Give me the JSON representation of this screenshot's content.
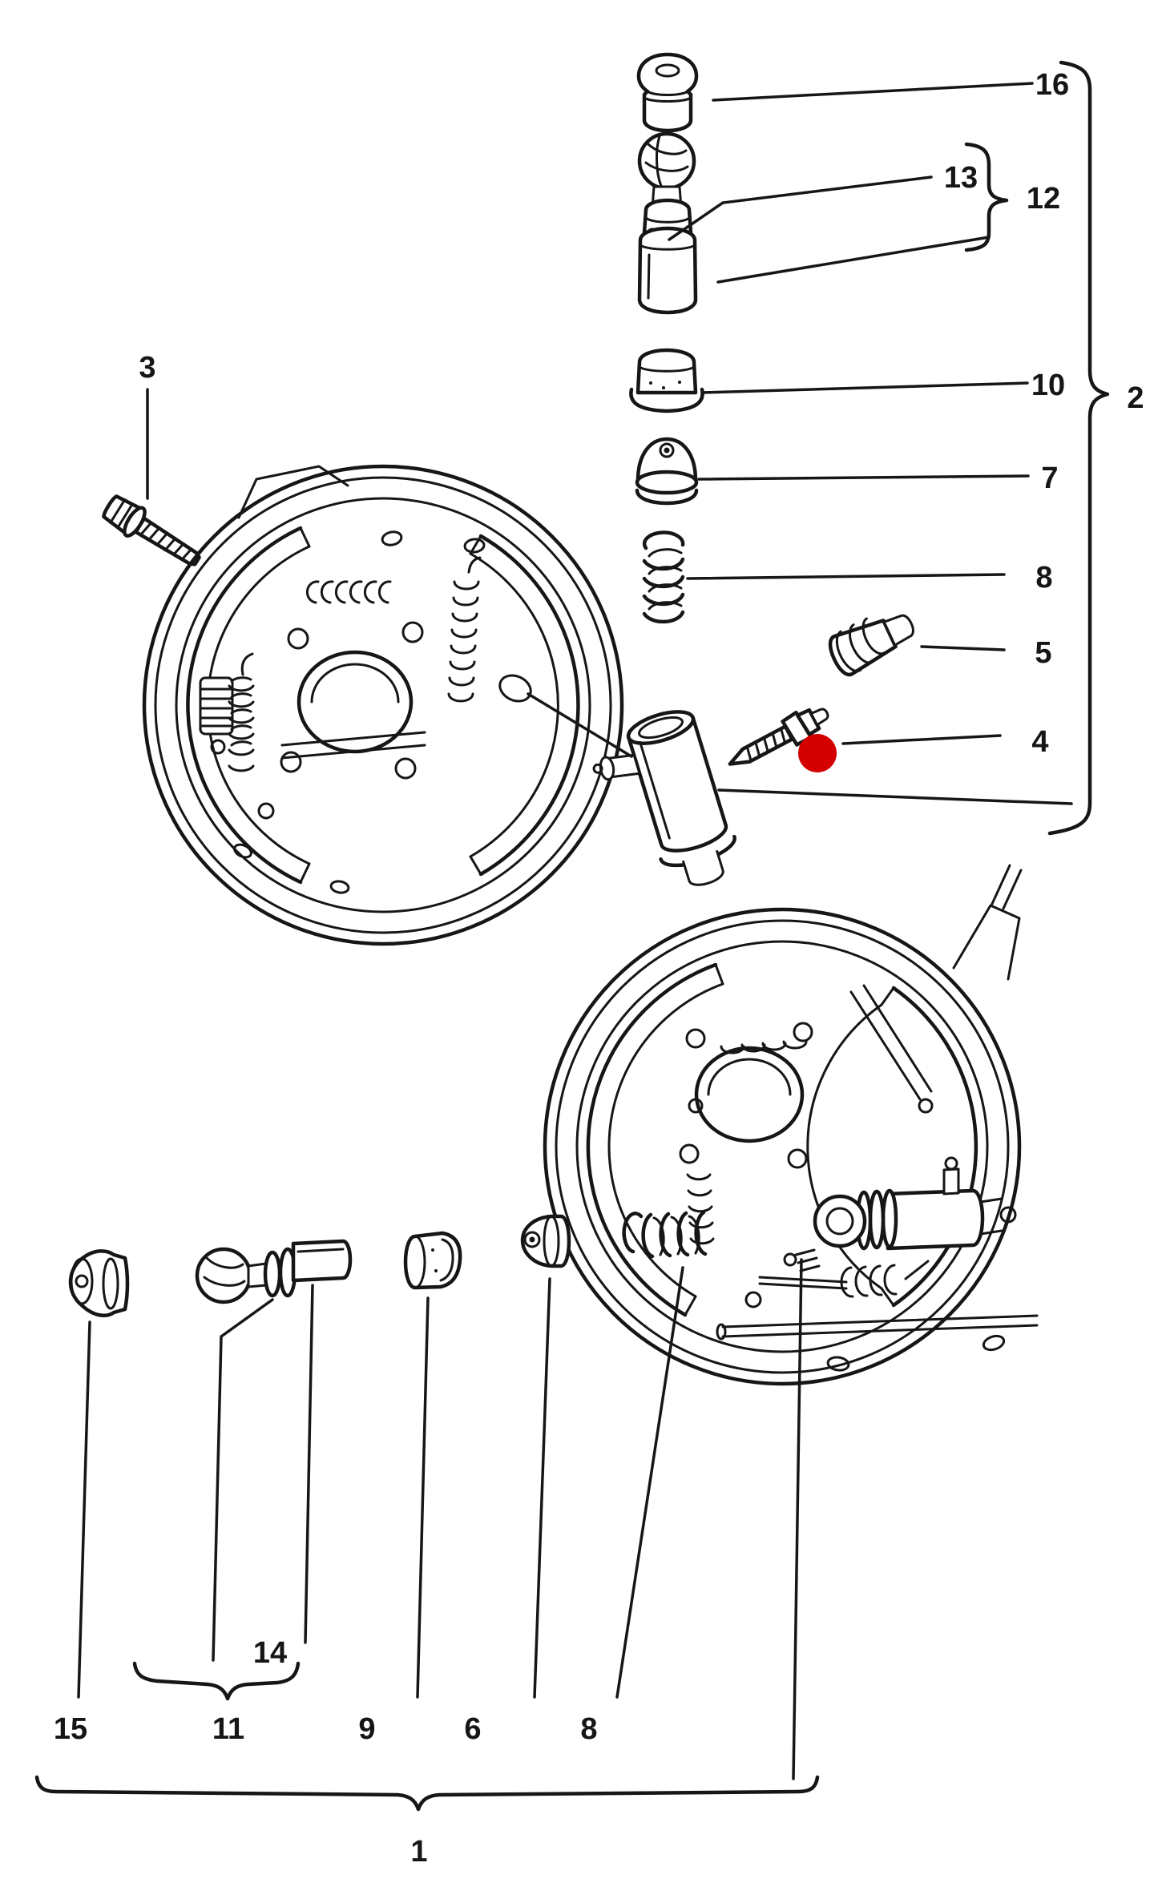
{
  "figure": {
    "kind": "exploded-parts-line-drawing",
    "background_color": "#ffffff",
    "ink_color": "#161616"
  },
  "marker": {
    "shape": "filled-circle",
    "color": "#d40000"
  },
  "callouts": {
    "p16": {
      "label": "16"
    },
    "p13": {
      "label": "13"
    },
    "p12": {
      "label": "12"
    },
    "p10": {
      "label": "10"
    },
    "p7": {
      "label": "7"
    },
    "p8_top": {
      "label": "8"
    },
    "p5": {
      "label": "5"
    },
    "p4": {
      "label": "4"
    },
    "p2": {
      "label": "2"
    },
    "p3": {
      "label": "3"
    },
    "p15": {
      "label": "15"
    },
    "p14": {
      "label": "14"
    },
    "p11": {
      "label": "11"
    },
    "p9": {
      "label": "9"
    },
    "p6": {
      "label": "6"
    },
    "p8_bottom": {
      "label": "8"
    },
    "p1": {
      "label": "1"
    }
  }
}
